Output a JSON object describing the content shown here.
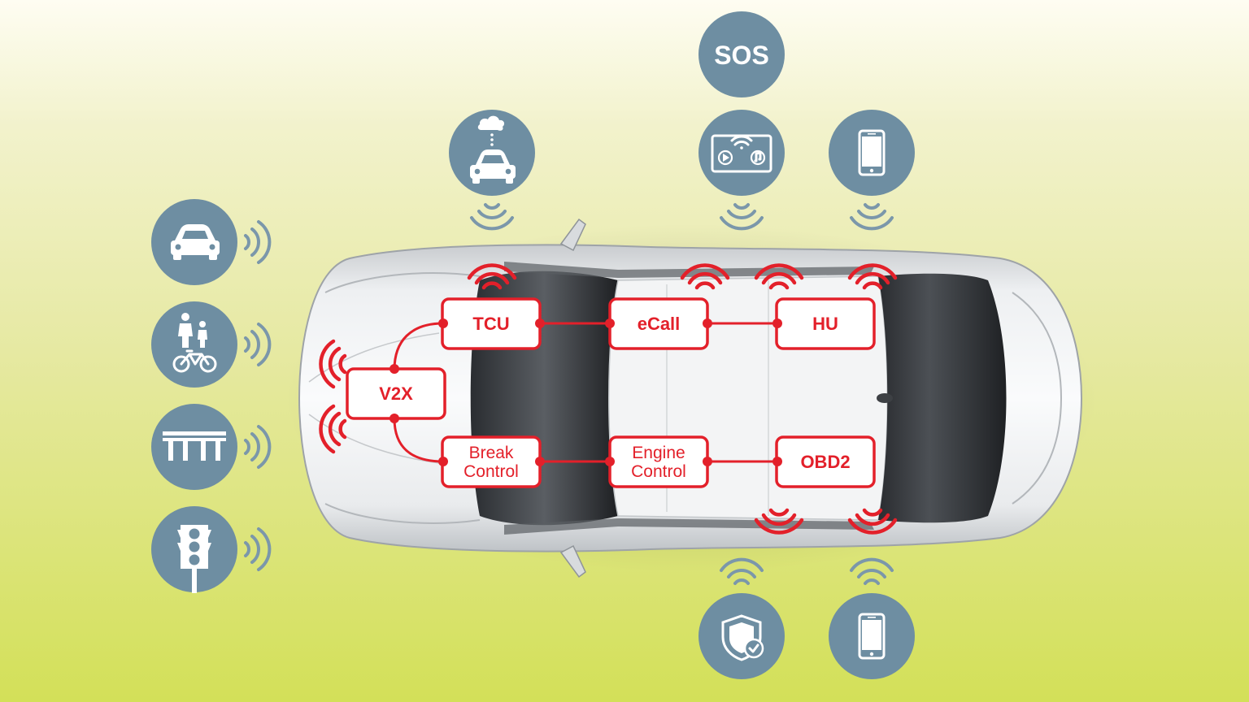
{
  "diagram": {
    "ecus": {
      "tcu": "TCU",
      "ecall": "eCall",
      "hu": "HU",
      "v2x": "V2X",
      "break_control": [
        "Break",
        "Control"
      ],
      "engine_control": [
        "Engine",
        "Control"
      ],
      "obd2": "OBD2"
    },
    "external": {
      "sos": "SOS",
      "left_column_icons": [
        "car-icon",
        "pedestrian-bicycle-icon",
        "bridge-icon",
        "traffic-light-icon"
      ],
      "top_icons": [
        "cloud-connected-car-icon",
        "infotainment-icon",
        "smartphone-icon"
      ],
      "bottom_icons": [
        "security-shield-icon",
        "smartphone-icon"
      ]
    },
    "colors": {
      "accent_red": "#e3202a",
      "icon_circle": "#6e8ea2",
      "background_top": "#fefdf2",
      "background_bottom": "#d3e058"
    }
  }
}
